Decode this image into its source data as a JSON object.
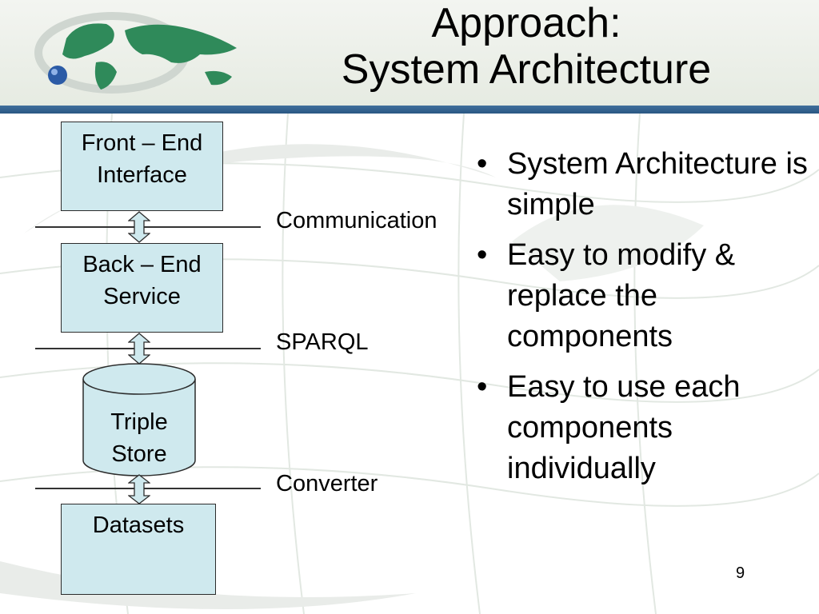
{
  "title": {
    "line1": "Approach:",
    "line2": "System Architecture"
  },
  "architecture": {
    "components": {
      "frontend": {
        "line1": "Front – End",
        "line2": "Interface"
      },
      "backend": {
        "line1": "Back – End",
        "line2": "Service"
      },
      "triple_store": {
        "line1": "Triple",
        "line2": "Store"
      },
      "datasets": {
        "line1": "Datasets"
      }
    },
    "connections": {
      "frontend_backend": "Communication",
      "backend_store": "SPARQL",
      "store_datasets": "Converter"
    }
  },
  "bullets": [
    "System Architecture is simple",
    "Easy to modify & replace the components",
    "Easy to use each components individually"
  ],
  "page_number": "9",
  "colors": {
    "box_fill": "#cfe9ee",
    "header_rule": "#2a5783",
    "logo_green": "#2f8a5a",
    "logo_blue": "#2b5ba6"
  },
  "icons": {
    "logo": "globe-logo-icon",
    "arrow": "double-arrow-icon"
  }
}
